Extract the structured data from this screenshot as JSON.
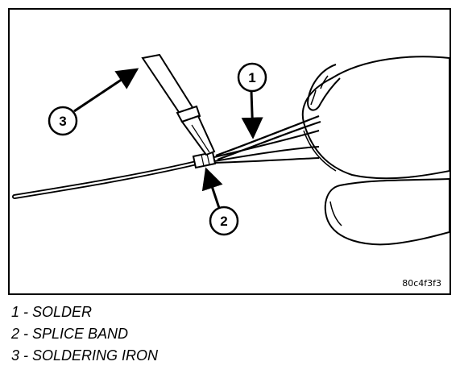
{
  "figure": {
    "code": "80c4f3f3",
    "callouts": [
      {
        "number": "1",
        "target": "solder"
      },
      {
        "number": "2",
        "target": "splice-band"
      },
      {
        "number": "3",
        "target": "soldering-iron"
      }
    ]
  },
  "legend": [
    {
      "text": "1 - SOLDER"
    },
    {
      "text": "2 - SPLICE BAND"
    },
    {
      "text": "3 - SOLDERING IRON"
    }
  ]
}
